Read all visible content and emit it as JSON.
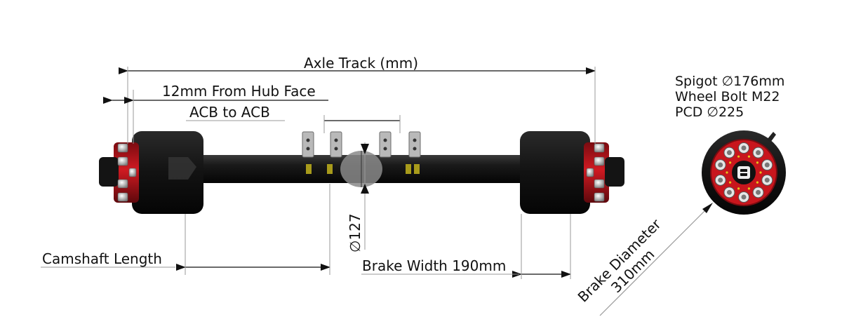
{
  "dimensions": {
    "axle_track": "Axle Track (mm)",
    "hub_face_offset": "12mm From Hub Face",
    "acb_to_acb": "ACB to ACB",
    "camshaft_length": "Camshaft Length",
    "brake_width": "Brake Width 190mm",
    "beam_diameter": "∅127",
    "brake_diameter_line1": "Brake Diameter",
    "brake_diameter_line2": "310mm"
  },
  "hub_specs": {
    "spigot": "Spigot ∅176mm",
    "wheel_bolt": "Wheel Bolt M22",
    "pcd": "PCD ∅225"
  },
  "colors": {
    "hub_red": "#c8161d",
    "drum_black": "#141414",
    "beam_black": "#1c1c1c",
    "bracket_grey": "#b9b9b9",
    "dimension_line": "#111111",
    "leader_line": "#999999"
  }
}
